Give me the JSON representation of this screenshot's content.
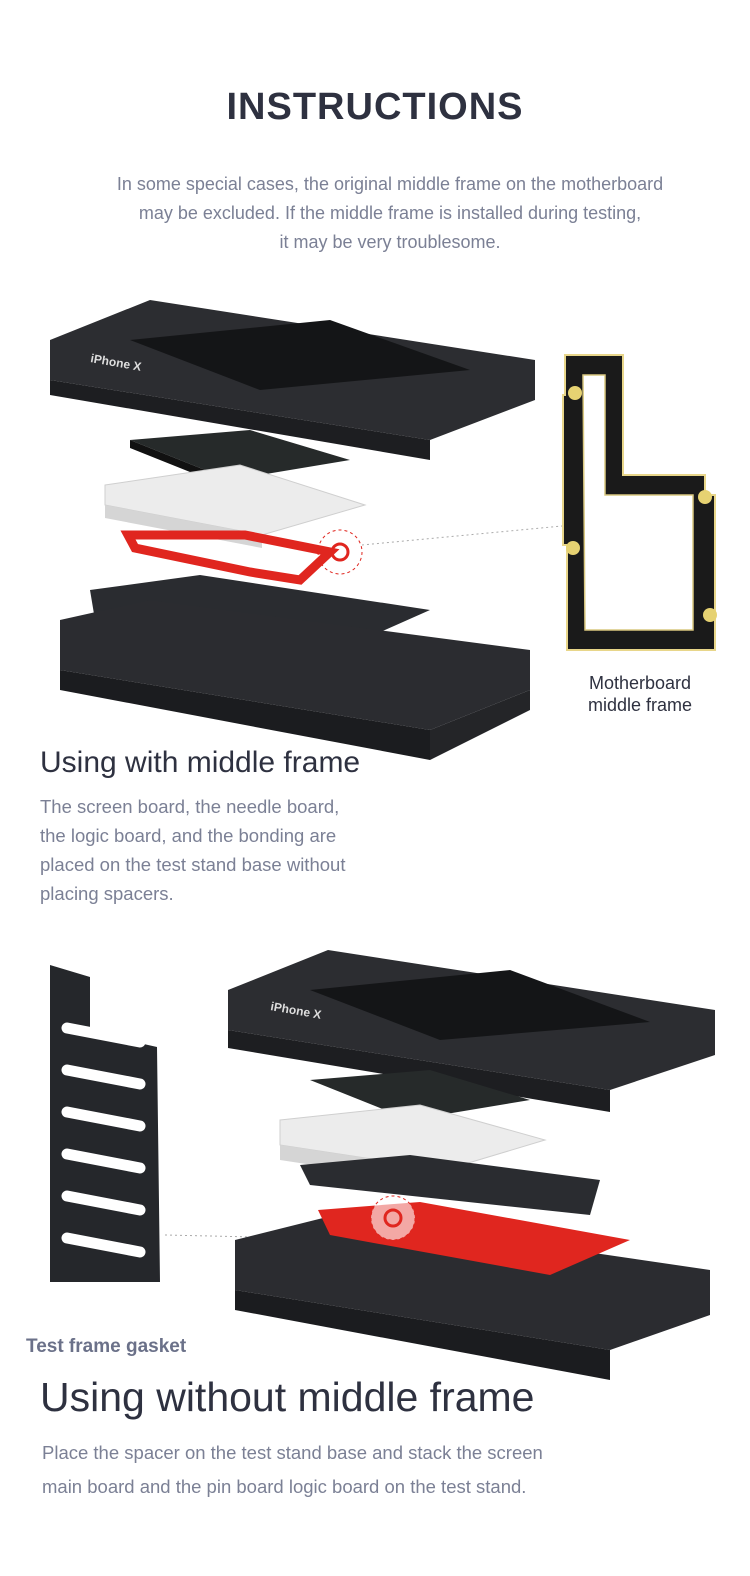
{
  "header": {
    "title": "INSTRUCTIONS"
  },
  "intro": {
    "lines": [
      "In some special cases, the original middle frame on the motherboard",
      "may be excluded. If the middle frame is installed during testing,",
      "it may be very troublesome."
    ]
  },
  "product_marking": "iPhone X",
  "section1": {
    "callout": [
      "Motherboard",
      "middle frame"
    ],
    "heading": "Using with middle frame",
    "body": [
      "The screen board, the needle board,",
      "the logic board, and the bonding are",
      "placed on the test stand base without",
      "placing spacers."
    ]
  },
  "section2": {
    "callout": "Test frame gasket",
    "heading": "Using without middle frame",
    "body": [
      "Place the spacer on the test stand base and stack the screen",
      "main board and the pin board logic board on the test stand."
    ]
  },
  "colors": {
    "heading": "#2e3140",
    "body": "#7b8095",
    "accent": "#e0261f",
    "fixture": "#2b2c30"
  }
}
